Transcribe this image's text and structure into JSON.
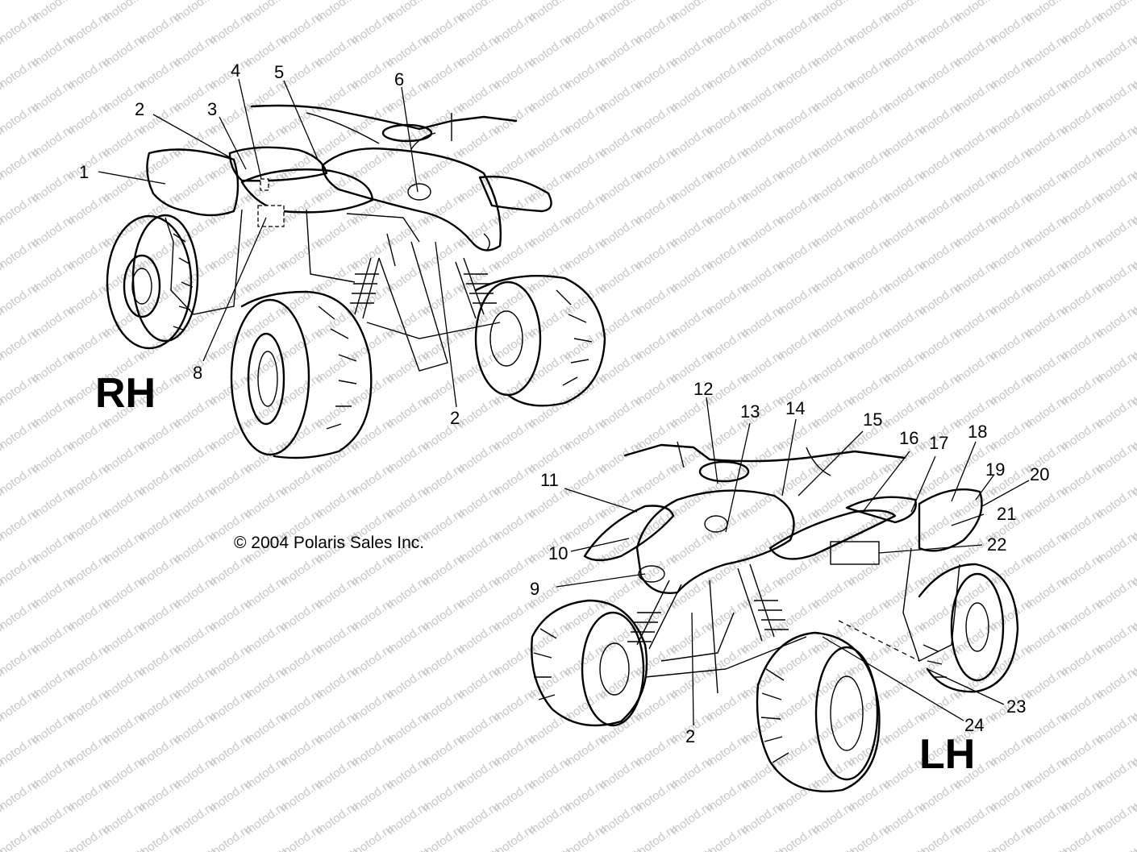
{
  "watermark": {
    "text": "motod.ru",
    "color": "#c8c8c8"
  },
  "diagram": {
    "copyright": "© 2004 Polaris Sales Inc.",
    "views": [
      {
        "label": "RH"
      },
      {
        "label": "LH"
      }
    ],
    "callouts": {
      "rh": [
        "1",
        "2",
        "3",
        "4",
        "5",
        "6",
        "8",
        "2"
      ],
      "lh": [
        "9",
        "10",
        "11",
        "12",
        "13",
        "14",
        "15",
        "16",
        "17",
        "18",
        "19",
        "20",
        "21",
        "22",
        "23",
        "24",
        "2"
      ]
    }
  }
}
